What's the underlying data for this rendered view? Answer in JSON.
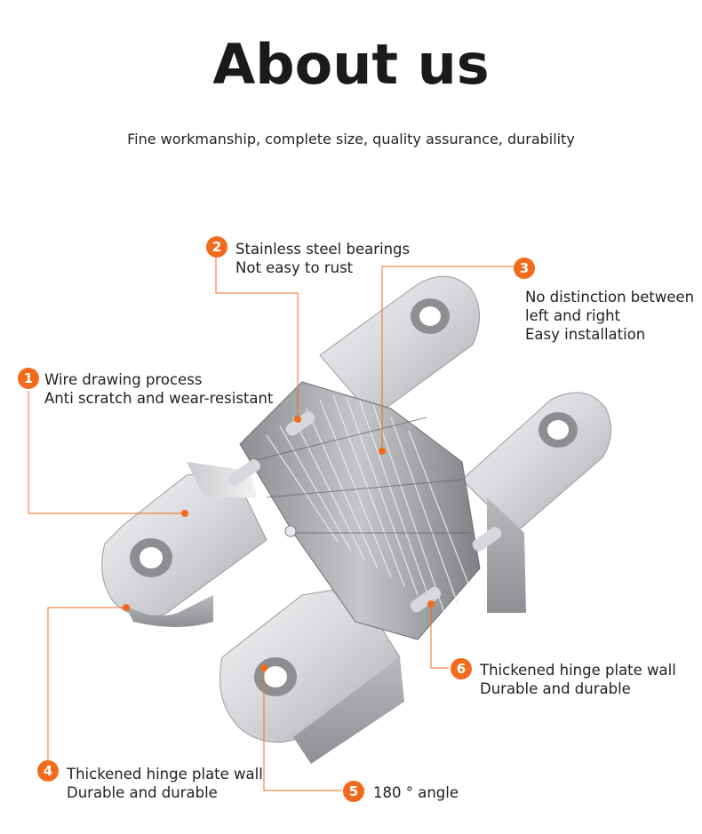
{
  "page": {
    "title": "About us",
    "subtitle": "Fine workmanship, complete size, quality assurance, durability"
  },
  "accent_color": "#f26b1d",
  "image": {
    "subject": "hinge-illustration"
  },
  "callouts": [
    {
      "number": "1",
      "line1": "Wire drawing process",
      "line2": "Anti scratch and wear-resistant",
      "line3": ""
    },
    {
      "number": "2",
      "line1": "Stainless steel bearings",
      "line2": "Not easy to rust",
      "line3": ""
    },
    {
      "number": "3",
      "line1": "No distinction between",
      "line2": "left and right",
      "line3": "Easy installation"
    },
    {
      "number": "4",
      "line1": "Thickened hinge plate wall",
      "line2": "Durable and durable",
      "line3": ""
    },
    {
      "number": "5",
      "line1": "180 ° angle",
      "line2": "",
      "line3": ""
    },
    {
      "number": "6",
      "line1": "Thickened hinge plate wall",
      "line2": "Durable and durable",
      "line3": ""
    }
  ]
}
